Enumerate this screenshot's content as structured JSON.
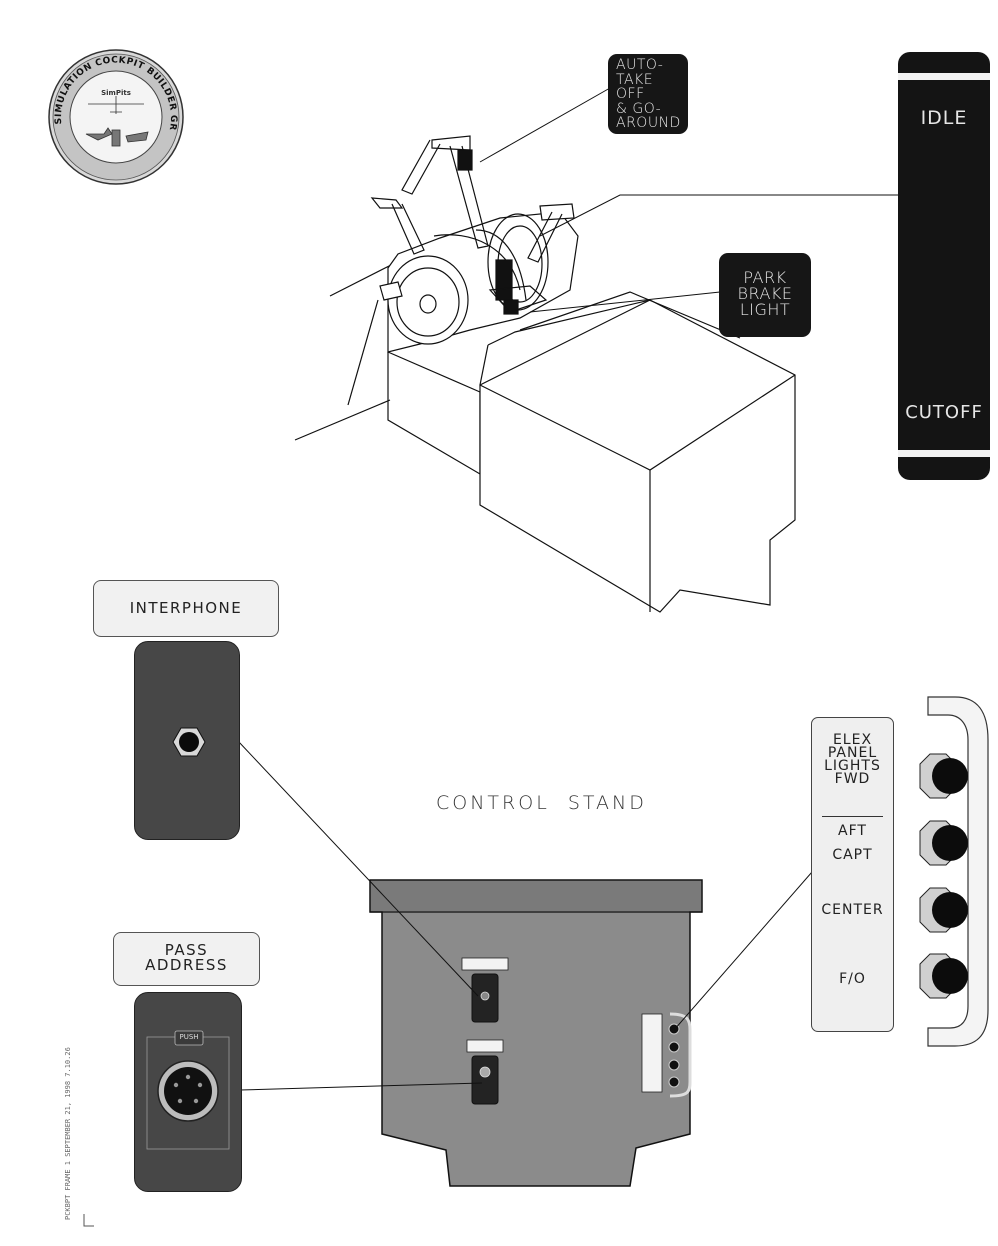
{
  "logo": {
    "ring_text": "SIMULATION COCKPIT BUILDER GROUP",
    "inner_text": "SimPits"
  },
  "labels": {
    "autotakeoff": [
      "AUTO-",
      "TAKE",
      "OFF",
      "& GO-",
      "AROUND"
    ],
    "park_brake": [
      "PARK",
      "BRAKE",
      "LIGHT"
    ],
    "idle": "IDLE",
    "cutoff": "CUTOFF",
    "interphone": "INTERPHONE",
    "pass_address": [
      "PASS",
      "ADDRESS"
    ],
    "push": "PUSH",
    "caption": "CONTROL  STAND",
    "elex_header": [
      "ELEX",
      "PANEL",
      "LIGHTS",
      "FWD"
    ],
    "elex_items": [
      "AFT",
      "CAPT",
      "CENTER",
      "F/O"
    ]
  },
  "meta": {
    "footer_vertical": "PCKBPT  FRAME 1   SEPTEMBER 21, 1998    7.10.26"
  },
  "colors": {
    "plate": "#161616",
    "panel_grey": "#4a4a4a",
    "stand_grey": "#8c8c8c",
    "label_bg": "#f1f1f1"
  }
}
